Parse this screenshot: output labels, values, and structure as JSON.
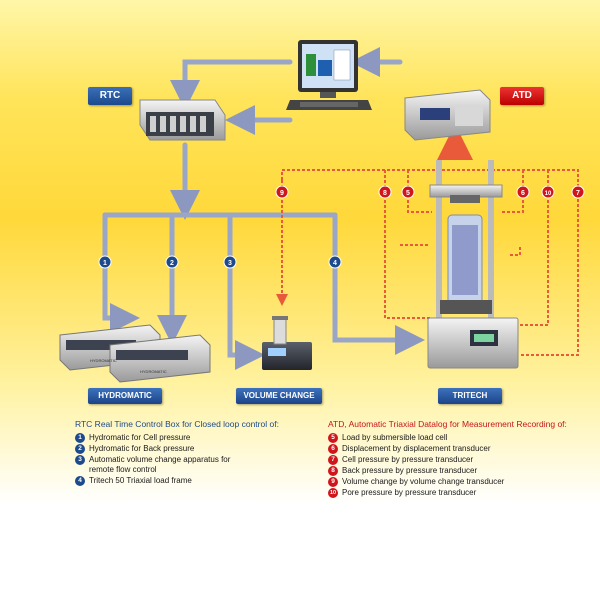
{
  "tags": {
    "rtc": "RTC",
    "atd": "ATD"
  },
  "captions": {
    "hydromatic": "HYDROMATIC",
    "volume_change": "VOLUME CHANGE",
    "tritech": "TRITECH"
  },
  "device_labels": {
    "hydromatic": "HYDROMATIC"
  },
  "markers": {
    "blue": [
      "1",
      "2",
      "3",
      "4"
    ],
    "red": [
      "9",
      "8",
      "5",
      "6",
      "10",
      "7"
    ]
  },
  "legend_rtc": {
    "title": "RTC Real Time Control Box for Closed loop control of:",
    "items": [
      {
        "n": "1",
        "text": "Hydromatic for Cell pressure"
      },
      {
        "n": "2",
        "text": "Hydromatic for Back pressure"
      },
      {
        "n": "3",
        "text": "Automatic volume change apparatus for remote flow control"
      },
      {
        "n": "4",
        "text": "Tritech 50 Triaxial load frame"
      }
    ]
  },
  "legend_atd": {
    "title": "ATD, Automatic Triaxial Datalog for Measurement Recording of:",
    "items": [
      {
        "n": "5",
        "text": "Load by submersible load cell"
      },
      {
        "n": "6",
        "text": "Displacement by displacement transducer"
      },
      {
        "n": "7",
        "text": "Cell pressure by pressure transducer"
      },
      {
        "n": "8",
        "text": "Back pressure by pressure transducer"
      },
      {
        "n": "9",
        "text": "Volume change by volume change transducer"
      },
      {
        "n": "10",
        "text": "Pore pressure by pressure transducer"
      }
    ]
  },
  "colors": {
    "blue_line": "#9aa6c8",
    "red_line": "#e85a3a",
    "accent_blue": "#1d4a8c",
    "accent_red": "#c4151c"
  }
}
